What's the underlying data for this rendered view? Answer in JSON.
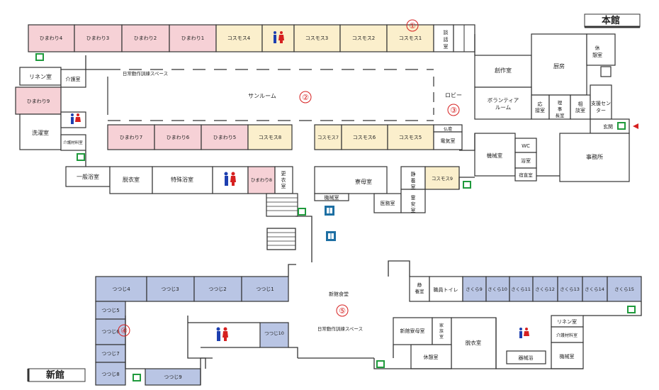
{
  "colors": {
    "himawari": "#f6d1d6",
    "cosmos": "#fbefcc",
    "tsutsuji": "#b9c5e4",
    "sakura": "#b9c5e4",
    "marker": "#d62020",
    "exit": "#1f9a3c",
    "elevator": "#1d6fa3"
  },
  "icons": [
    "restroom-icon",
    "emergency-exit-icon",
    "elevator-icon",
    "entrance-arrow-icon"
  ],
  "buildings": {
    "main": "本館",
    "new": "新館"
  },
  "markers": [
    "①",
    "②",
    "③",
    "④",
    "⑤"
  ],
  "rooms": {
    "himawari4": "ひまわり4",
    "himawari3": "ひまわり3",
    "himawari2": "ひまわり2",
    "himawari1": "ひまわり1",
    "cosmos4": "コスモス4",
    "cosmos3": "コスモス3",
    "cosmos2": "コスモス2",
    "cosmos1": "コスモス1",
    "danwa": "談話室",
    "linen_main": "リネン室",
    "kaigo_main": "介護室",
    "himawari9": "ひまわり9",
    "sentaku": "洗濯室",
    "kaigo_zairyo_main": "介護材料室",
    "nichijo_main": "日常動作訓練スペース",
    "sunroom": "サンルーム",
    "lobby": "ロビー",
    "himawari7": "ひまわり7",
    "himawari6": "ひまわり6",
    "himawari5": "ひまわり5",
    "cosmos8": "コスモス8",
    "cosmos7": "コスモス7",
    "cosmos6": "コスモス6",
    "cosmos5": "コスモス5",
    "butsuma": "仏壇",
    "denki": "電気室",
    "ippan_yoku": "一般浴室",
    "datsui_main": "脱衣室",
    "tokushu_yoku": "特殊浴室",
    "himawari8": "ひまわり8",
    "koui": "更衣室",
    "ryobo": "寮母室",
    "shizuyo_main": "静養室",
    "cosmos9": "コスモス9",
    "kikai_main_small": "機械室",
    "iryo": "医務室",
    "reian": "霊安室",
    "sosaku": "創作室",
    "chubo": "厨房",
    "kyukei": "休憩室",
    "volunteer": "ボランティアルーム",
    "osetsu": "応接室",
    "rijicho": "理事長室",
    "sodan": "相談室",
    "shien": "支援センター",
    "genkan": "玄関",
    "kikai_main": "機械室",
    "wc": "WC",
    "yoku_main": "浴室",
    "shukuchoku": "宿直室",
    "jimusho": "事務所",
    "tsutsuji4": "つつじ4",
    "tsutsuji3": "つつじ3",
    "tsutsuji2": "つつじ2",
    "tsutsuji1": "つつじ1",
    "tsutsuji5": "つつじ5",
    "tsutsuji6": "つつじ6",
    "tsutsuji7": "つつじ7",
    "tsutsuji8": "つつじ8",
    "tsutsuji9": "つつじ9",
    "tsutsuji10": "つつじ10",
    "shinkan_shokudo": "新館食堂",
    "nichijo_new": "日常動作訓練スペース",
    "shizuyo_new": "静養室",
    "shokuin_toilet": "職員トイレ",
    "sakura9": "さくら9",
    "sakura10": "さくら10",
    "sakura11": "さくら11",
    "sakura12": "さくら12",
    "sakura13": "さくら13",
    "sakura14": "さくら14",
    "sakura15": "さくら15",
    "linen_new": "リネン室",
    "kaigo_zairyo_new": "介護材料室",
    "shinkan_ryobo": "新館寮母室",
    "kazoku": "家族室",
    "datsui_new": "脱衣室",
    "kyuyo_new": "休憩室",
    "kikai_yoku": "器械浴",
    "kikai_new": "機械室"
  }
}
